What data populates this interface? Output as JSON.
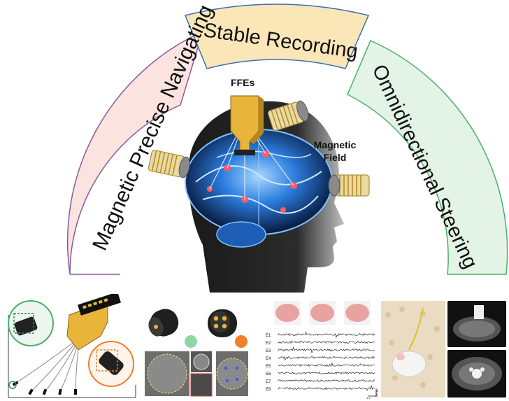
{
  "arc_segments": {
    "left": "Magnetic Precise Navigating",
    "top": "Stable Recording",
    "right": "Omnidirectional Steering"
  },
  "labels": {
    "ffes": "FFEs",
    "magnetic_field": "Magnetic\nField"
  },
  "traces": {
    "channels": [
      "E1",
      "E2",
      "E3",
      "E4",
      "E5",
      "E6",
      "E7",
      "E8"
    ],
    "scale_time": "1 s",
    "scale_amp": "200 µV"
  },
  "colors": {
    "left_segment": "#fbe3e0",
    "left_border": "#d98c84",
    "top_segment": "#fbe6b8",
    "top_border": "#c99a3a",
    "right_segment": "#e3f3e6",
    "right_border": "#4caf6a",
    "brain_glow": "#3aa0ff",
    "gold": "#e8b53a",
    "orange_dot": "#f07f2a",
    "green_dot": "#8fd6a6"
  }
}
